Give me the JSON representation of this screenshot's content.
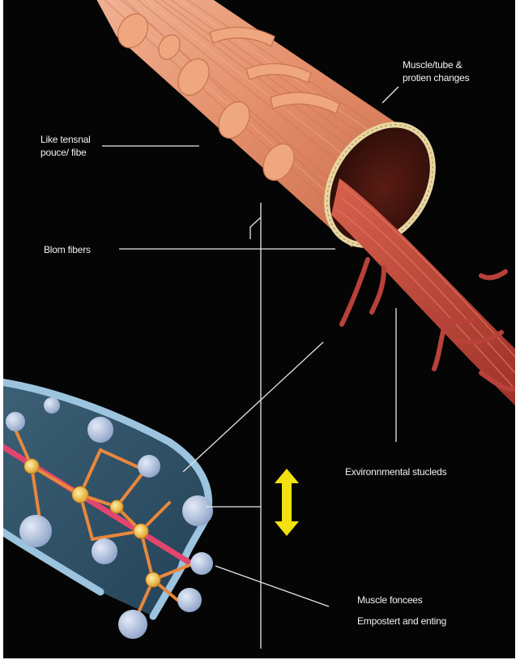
{
  "labels": {
    "muscle_tube": [
      "Muscle/tube &",
      "protien changes"
    ],
    "tensnal": [
      "Like tensnal",
      "pouce/ fibe"
    ],
    "blom_fibers": "Blom fibers",
    "environmental": "Exvironnmental stucleds",
    "muscle_foncees": "Muscle foncees",
    "empostert": "Empostert and enting"
  },
  "colors": {
    "background": "#050505",
    "muscle_fiber": "#e79a78",
    "muscle_dark": "#b85a3c",
    "tendon_red": "#c2463a",
    "rope_ring": "#e9d7a2",
    "network_tube": "#9cc4df",
    "network_node": "#b9c7e2",
    "network_strut": "#e8883c",
    "core_filament": "#e2456e",
    "arrow": "#f2e10e",
    "leader_line": "#e6e6e6"
  },
  "icons": {
    "double_arrow": "up-down-arrow-icon"
  }
}
